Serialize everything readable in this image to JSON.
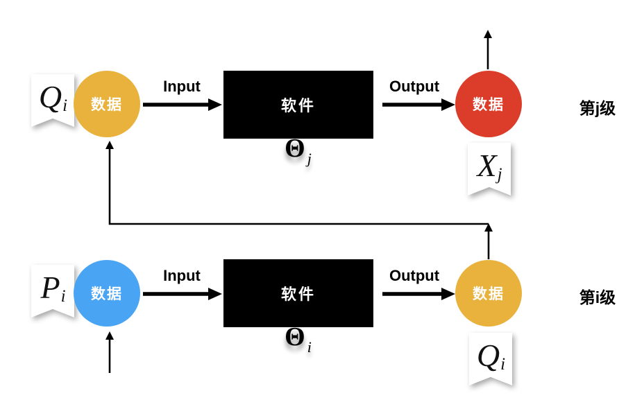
{
  "diagram": {
    "rows": [
      {
        "level_label": "第j级",
        "input_label": "Input",
        "output_label": "Output",
        "source_tag": {
          "symbol": "Q",
          "subscript": "i"
        },
        "source_node": {
          "label": "数据",
          "color": "#E8B23D"
        },
        "process_node": {
          "label": "软件",
          "color": "#000000",
          "param_symbol": "Θ",
          "param_subscript": "j"
        },
        "result_node": {
          "label": "数据",
          "color": "#DC3C2A"
        },
        "result_tag": {
          "symbol": "X",
          "subscript": "j"
        }
      },
      {
        "level_label": "第i级",
        "input_label": "Input",
        "output_label": "Output",
        "source_tag": {
          "symbol": "P",
          "subscript": "i"
        },
        "source_node": {
          "label": "数据",
          "color": "#4AA4F4"
        },
        "process_node": {
          "label": "软件",
          "color": "#000000",
          "param_symbol": "Θ",
          "param_subscript": "i"
        },
        "result_node": {
          "label": "数据",
          "color": "#E8B23D"
        },
        "result_tag": {
          "symbol": "Q",
          "subscript": "i"
        }
      }
    ],
    "arrow_color": "#000000"
  }
}
